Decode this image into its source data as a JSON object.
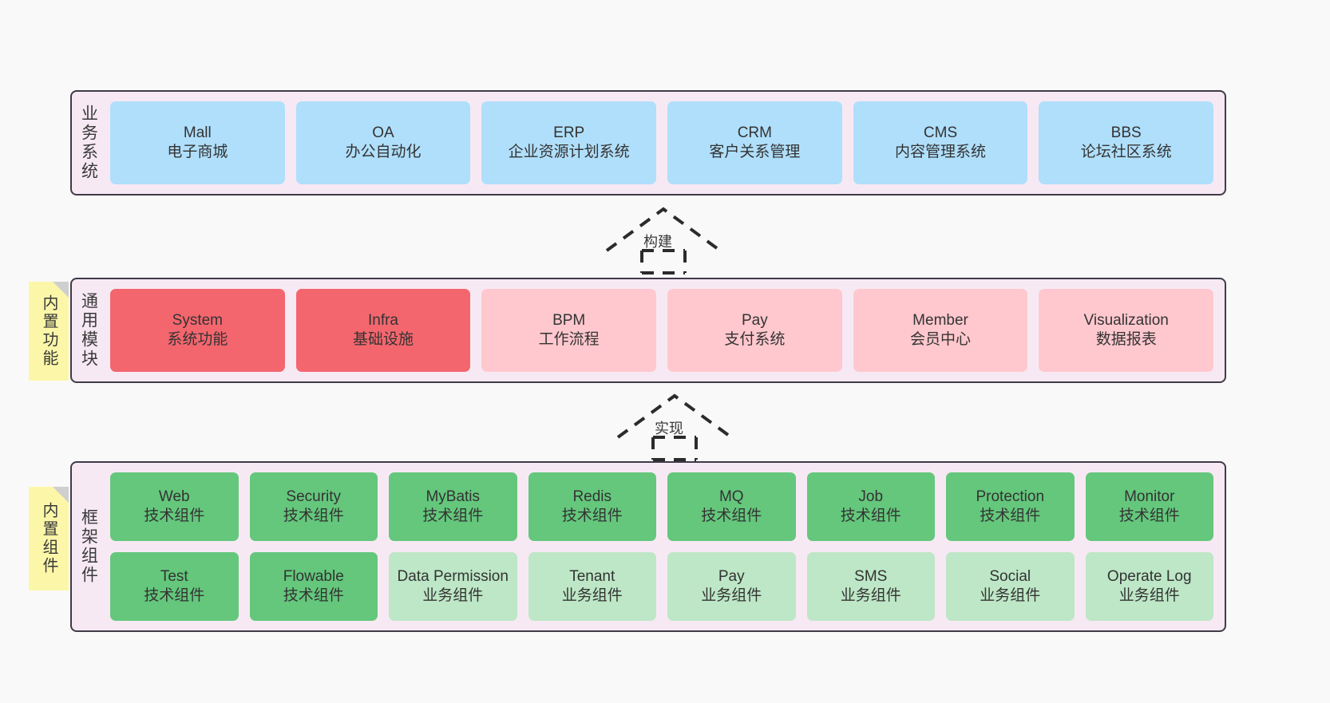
{
  "layers": [
    {
      "id": "business",
      "title": "业务系统",
      "rows": [
        [
          {
            "en": "Mall",
            "cn": "电子商城",
            "color": "blue"
          },
          {
            "en": "OA",
            "cn": "办公自动化",
            "color": "blue"
          },
          {
            "en": "ERP",
            "cn": "企业资源计划系统",
            "color": "blue"
          },
          {
            "en": "CRM",
            "cn": "客户关系管理",
            "color": "blue"
          },
          {
            "en": "CMS",
            "cn": "内容管理系统",
            "color": "blue"
          },
          {
            "en": "BBS",
            "cn": "论坛社区系统",
            "color": "blue"
          }
        ]
      ]
    },
    {
      "id": "common-module",
      "title": "通用模块",
      "note": "内置功能",
      "rows": [
        [
          {
            "en": "System",
            "cn": "系统功能",
            "color": "red"
          },
          {
            "en": "Infra",
            "cn": "基础设施",
            "color": "red"
          },
          {
            "en": "BPM",
            "cn": "工作流程",
            "color": "pink"
          },
          {
            "en": "Pay",
            "cn": "支付系统",
            "color": "pink"
          },
          {
            "en": "Member",
            "cn": "会员中心",
            "color": "pink"
          },
          {
            "en": "Visualization",
            "cn": "数据报表",
            "color": "pink"
          }
        ]
      ]
    },
    {
      "id": "framework-component",
      "title": "框架组件",
      "note": "内置组件",
      "rows": [
        [
          {
            "en": "Web",
            "cn": "技术组件",
            "color": "green"
          },
          {
            "en": "Security",
            "cn": "技术组件",
            "color": "green"
          },
          {
            "en": "MyBatis",
            "cn": "技术组件",
            "color": "green"
          },
          {
            "en": "Redis",
            "cn": "技术组件",
            "color": "green"
          },
          {
            "en": "MQ",
            "cn": "技术组件",
            "color": "green"
          },
          {
            "en": "Job",
            "cn": "技术组件",
            "color": "green"
          },
          {
            "en": "Protection",
            "cn": "技术组件",
            "color": "green"
          },
          {
            "en": "Monitor",
            "cn": "技术组件",
            "color": "green"
          }
        ],
        [
          {
            "en": "Test",
            "cn": "技术组件",
            "color": "green"
          },
          {
            "en": "Flowable",
            "cn": "技术组件",
            "color": "green"
          },
          {
            "en": "Data Permission",
            "cn": "业务组件",
            "color": "lgreen"
          },
          {
            "en": "Tenant",
            "cn": "业务组件",
            "color": "lgreen"
          },
          {
            "en": "Pay",
            "cn": "业务组件",
            "color": "lgreen"
          },
          {
            "en": "SMS",
            "cn": "业务组件",
            "color": "lgreen"
          },
          {
            "en": "Social",
            "cn": "业务组件",
            "color": "lgreen"
          },
          {
            "en": "Operate Log",
            "cn": "业务组件",
            "color": "lgreen"
          }
        ]
      ]
    }
  ],
  "connectors": [
    {
      "id": "build",
      "label": "构建"
    },
    {
      "id": "implement",
      "label": "实现"
    }
  ],
  "colors": {
    "panel_bg": "#f7e9f4",
    "panel_border": "#3f3b47",
    "blue": "#b0dffb",
    "red": "#f4666e",
    "pink": "#ffc8ce",
    "green": "#64c77c",
    "light_green": "#bde7c6",
    "note_yellow": "#fcf7a8",
    "canvas_bg": "#f9f9f9"
  }
}
